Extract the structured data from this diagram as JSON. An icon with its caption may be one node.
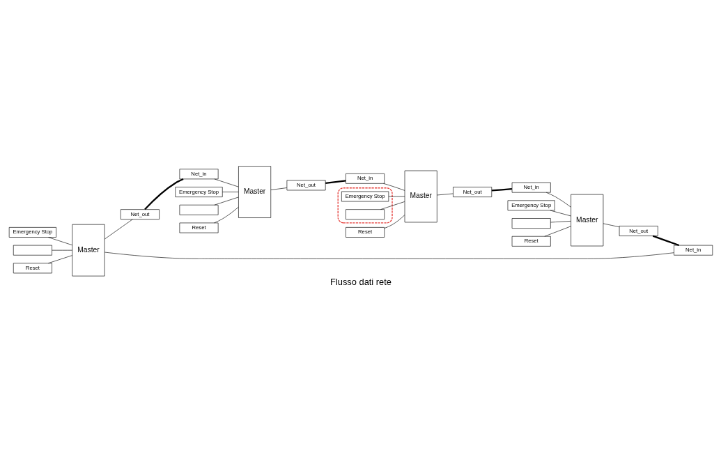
{
  "diagram": {
    "caption": "Flusso dati rete",
    "nodes": [
      {
        "text": [
          "Emergency Stop"
        ]
      },
      {
        "text": [],
        "shape": "box"
      },
      {
        "text": [
          "Master"
        ]
      },
      {
        "text": [
          "Reset"
        ]
      },
      {
        "text": [
          "Net_in"
        ]
      },
      {
        "text": [
          "Net_out"
        ]
      },
      {
        "text": [
          "Emergency Stop"
        ]
      },
      {
        "text": [],
        "shape": "box"
      },
      {
        "text": [
          "Master"
        ]
      },
      {
        "text": [
          "Reset"
        ]
      },
      {
        "text": [
          "Net_in"
        ]
      },
      {
        "text": [
          "Net_out"
        ]
      },
      {
        "text": [
          "Master"
        ]
      },
      {
        "text": [
          "Emergency Stop"
        ]
      },
      {
        "text": [],
        "shape": "box"
      },
      {
        "text": [
          "Reset"
        ]
      },
      {
        "text": [
          "Net_out"
        ]
      },
      {
        "text": [
          "Net_in"
        ]
      },
      {
        "text": [
          "Master"
        ]
      },
      {
        "text": [],
        "shape": "box"
      },
      {
        "text": [
          "Emergency Stop"
        ],
        "in": 19
      },
      {
        "text": [],
        "shape": "box",
        "in": 19
      },
      {
        "text": [
          "Reset"
        ]
      },
      {
        "text": [
          "Net_out"
        ]
      },
      {
        "text": [
          "Net_in"
        ]
      }
    ],
    "edges": [
      {
        "from": 0,
        "to": 2,
        "arrow": "none"
      },
      {
        "from": 1,
        "to": 2,
        "arrow": "none"
      },
      {
        "from": 3,
        "to": 2,
        "arrow": "none"
      },
      {
        "from": 4,
        "to": 2,
        "arrow": "none"
      },
      {
        "from": 2,
        "to": 5,
        "arrow": "none"
      },
      {
        "from": 5,
        "to": 10,
        "arrow": "none",
        "style": "thick"
      },
      {
        "from": 6,
        "to": 8,
        "arrow": "none"
      },
      {
        "from": 7,
        "to": 8,
        "arrow": "none"
      },
      {
        "from": 9,
        "to": 8,
        "arrow": "none"
      },
      {
        "from": 10,
        "to": 8,
        "arrow": "none"
      },
      {
        "from": 8,
        "to": 11,
        "arrow": "none"
      },
      {
        "from": 11,
        "to": 24,
        "arrow": "none",
        "style": "thick"
      },
      {
        "from": 24,
        "to": 18,
        "arrow": "none"
      },
      {
        "from": 20,
        "to": 18,
        "arrow": "none"
      },
      {
        "from": 21,
        "to": 18,
        "arrow": "none"
      },
      {
        "from": 22,
        "to": 18,
        "arrow": "none"
      },
      {
        "from": 18,
        "to": 23,
        "arrow": "none"
      },
      {
        "from": 23,
        "to": 17,
        "arrow": "none",
        "style": "thick"
      },
      {
        "from": 17,
        "to": 12,
        "arrow": "none"
      },
      {
        "from": 13,
        "to": 12,
        "arrow": "none"
      },
      {
        "from": 14,
        "to": 12,
        "arrow": "none"
      },
      {
        "from": 15,
        "to": 12,
        "arrow": "none"
      },
      {
        "from": 12,
        "to": 16,
        "arrow": "none"
      },
      {
        "from": 16,
        "to": 4,
        "arrow": "none",
        "style": "thick"
      }
    ]
  }
}
